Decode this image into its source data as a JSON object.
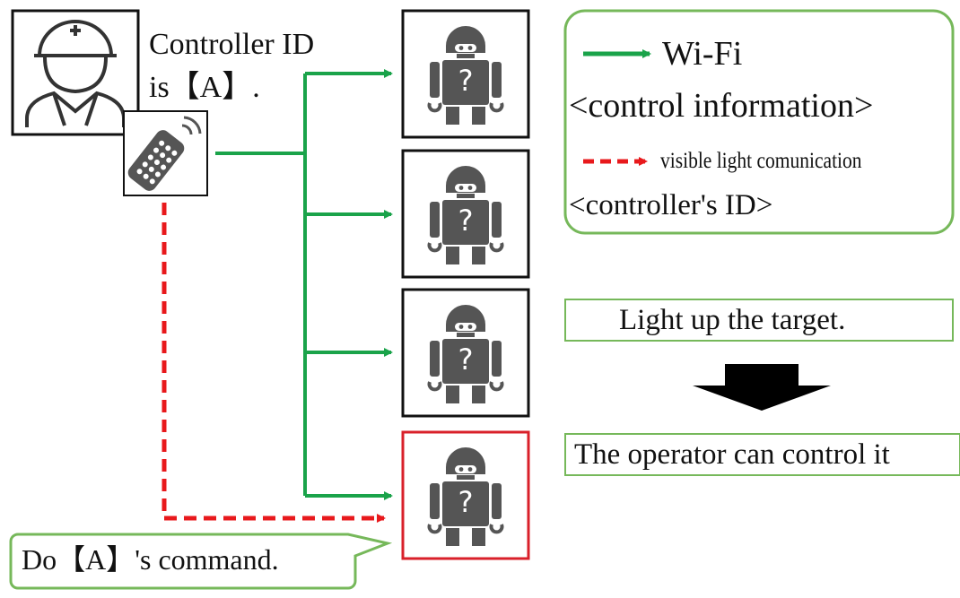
{
  "operator": {
    "id_line1": "Controller ID",
    "id_line2": "is【A】.",
    "icon": "operator-helmet-icon",
    "controller_icon": "remote-controller-icon"
  },
  "robots": [
    {
      "label": "?",
      "highlighted": false
    },
    {
      "label": "?",
      "highlighted": false
    },
    {
      "label": "?",
      "highlighted": false
    },
    {
      "label": "?",
      "highlighted": true
    }
  ],
  "speech_bubble": {
    "text": "Do【A】's command."
  },
  "legend": {
    "wifi_label": "Wi-Fi",
    "wifi_sub": "<control information>",
    "vlc_label": "visible light comunication",
    "vlc_sub": "<controller's ID>"
  },
  "steps": {
    "step1": "Light up the target.",
    "step2": "The operator can control it"
  },
  "colors": {
    "wifi": "#1aa34a",
    "vlc": "#e8191c",
    "box_border": "#76b85a",
    "robot": "#555555",
    "highlight": "#d9202a"
  }
}
